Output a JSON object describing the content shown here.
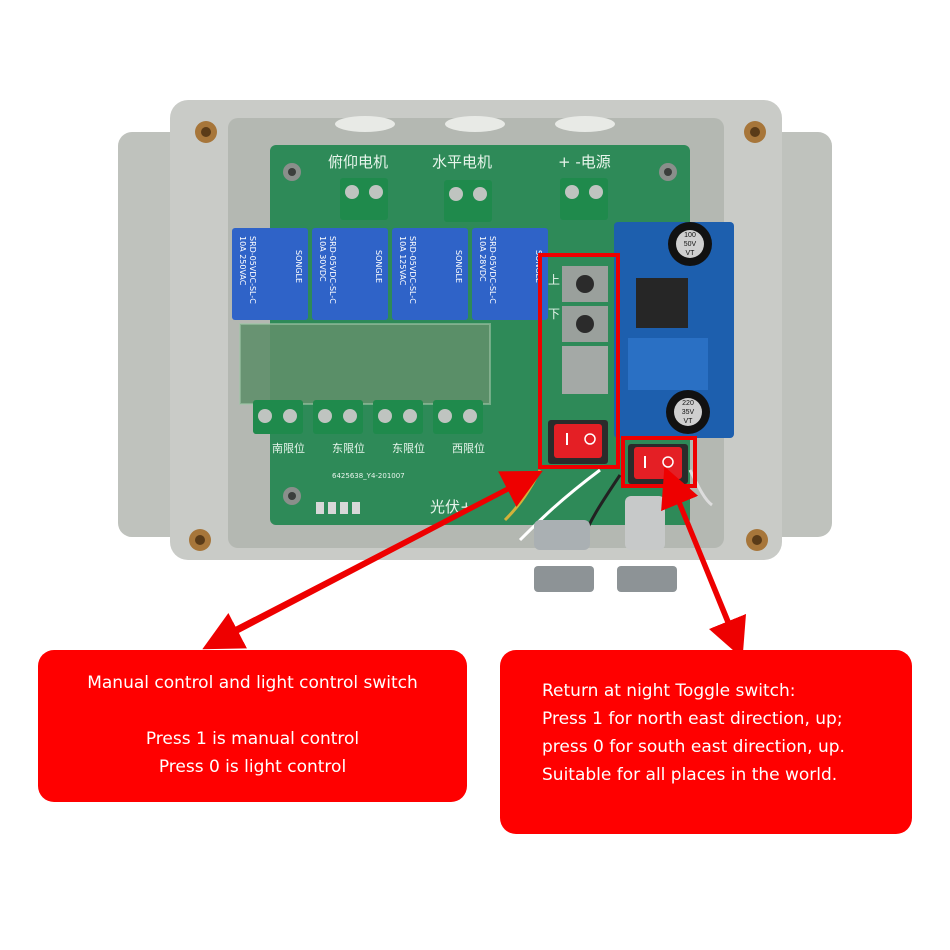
{
  "board": {
    "terminal_labels": [
      "俯仰电机",
      "水平电机",
      "+ -电源"
    ],
    "relay_brand": "SONGLE",
    "relay_model": "SRD-05VDC-SL-C",
    "relay_rating_lines": [
      "10A 250VAC",
      "10A 30VDC",
      "10A 125VAC",
      "10A 28VDC"
    ],
    "button_labels": [
      "上",
      "下"
    ],
    "capacitor_top": [
      "100",
      "50V",
      "VT"
    ],
    "capacitor_bottom": [
      "220",
      "35V",
      "VT"
    ],
    "pcb_code": "6425638_Y4-201007",
    "bottom_labels": [
      "南限位",
      "东限位",
      "东限位",
      "西限位"
    ],
    "solar_label": "光伏+"
  },
  "callouts": {
    "manual": {
      "title": "Manual control and light control switch",
      "line1": "Press 1 is manual control",
      "line2": "Press 0 is light control"
    },
    "toggle": {
      "line1": "Return at night Toggle switch:",
      "line2": "Press 1 for north east direction, up;",
      "line3": "press 0 for south east direction, up.",
      "line4": "Suitable for all places in the world."
    }
  },
  "colors": {
    "callout_bg": "#ff0000",
    "callout_text": "#ffffff",
    "enclosure": "#c9cbc7",
    "pcb": "#2e8a58",
    "relay": "#2f63c8",
    "terminal": "#1f8a4c",
    "rocker": "#e41f25",
    "highlight_box": "#ee0000"
  }
}
